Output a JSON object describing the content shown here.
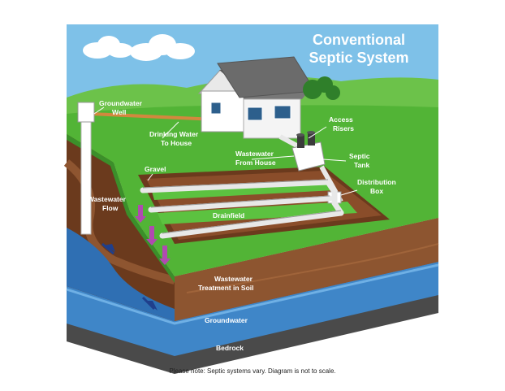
{
  "title": [
    "Conventional",
    "Septic System"
  ],
  "labels": {
    "groundwater_well": [
      "Groundwater",
      "Well"
    ],
    "drinking_water": [
      "Drinking Water",
      "To House"
    ],
    "access_risers": [
      "Access",
      "Risers"
    ],
    "wastewater_from_house": [
      "Wastewater",
      "From House"
    ],
    "septic_tank": [
      "Septic",
      "Tank"
    ],
    "gravel": "Gravel",
    "distribution_box": [
      "Distribution",
      "Box"
    ],
    "wastewater_flow": [
      "Wastewater",
      "Flow"
    ],
    "drainfield": "Drainfield",
    "wastewater_treatment": [
      "Wastewater",
      "Treatment in Soil"
    ],
    "groundwater": "Groundwater",
    "bedrock": "Bedrock"
  },
  "note": "Please note: Septic systems vary. Diagram is not to scale.",
  "colors": {
    "sky": "#7ec1e8",
    "grass": "#52b436",
    "grass_dark": "#3b8f2a",
    "soil": "#8a4d2a",
    "soil_dark": "#5e3119",
    "groundwater": "#3f86c8",
    "bedrock": "#555555",
    "pipe": "#e8e8e8",
    "arrow_purple": "#b04ab0",
    "arrow_blue": "#1f3f8c"
  }
}
